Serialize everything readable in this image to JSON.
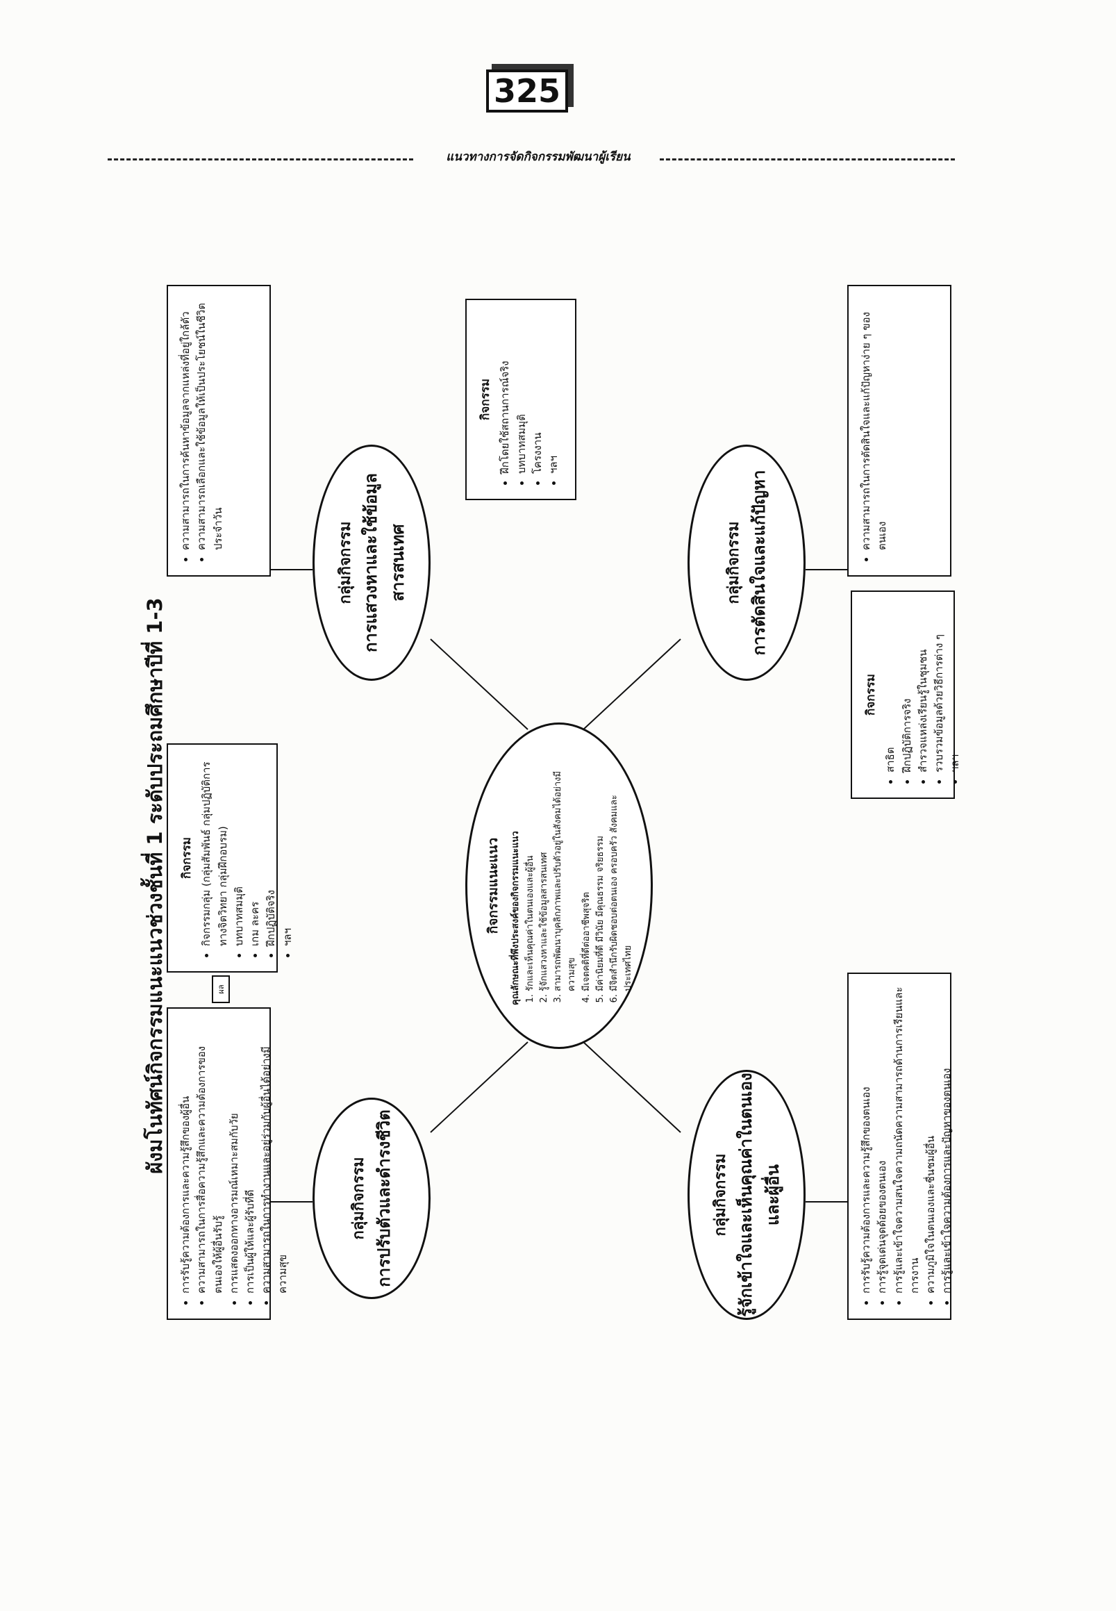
{
  "page_number": "325",
  "running_header": "แนวทางการจัดกิจกรรมพัฒนาผู้เรียน",
  "diagram": {
    "title": "ผังมโนทัศน์กิจกรรมแนะแนวช่วงชั้นที่ 1  ระดับประถมศึกษาปีที่ 1-3",
    "center": {
      "title": "กิจกรรมแนะแนว",
      "subtitle": "คุณลักษณะที่พึงประสงค์ของกิจกรรมแนะแนว",
      "items": [
        "รักและเห็นคุณค่าในตนเองและผู้อื่น",
        "รู้จักแสวงหาและใช้ข้อมูลสารสนเทศ",
        "สามารถพัฒนาบุคลิกภาพและปรับตัวอยู่ในสังคมได้อย่างมีความสุข",
        "มีเจตคติที่ดีต่ออาชีพสุจริต",
        "มีค่านิยมที่ดี มีวินัย มีคุณธรรม จริยธรรม",
        "มีจิตสำนึกรับผิดชอบต่อตนเอง ครอบครัว สังคมและประเทศไทย"
      ]
    },
    "groups": {
      "top_left": {
        "line1": "กลุ่มกิจกรรม",
        "line2": "การปรับตัวและดำรงชีวิต",
        "outcomes": [
          "การรับรู้ความต้องการและความรู้สึกของผู้อื่น",
          "ความสามารถในการสื่อความรู้สึกและความต้องการของตนเองให้ผู้อื่นรับรู้",
          "การแสดงออกทางอารมณ์เหมาะสมกับวัย",
          "การเป็นผู้ให้และผู้รับที่ดี",
          "ความสามารถในการทำงานและอยู่ร่วมกับผู้อื่นได้อย่างมีความสุข"
        ],
        "activities_heading": "กิจกรรม",
        "activities": [
          "กิจกรรมกลุ่ม (กลุ่มสัมพันธ์ กลุ่มปฏิบัติการทางจิตวิทยา กลุ่มฝึกอบรม)",
          "บทบาทสมมุติ",
          "เกม ละคร",
          "ฝึกปฏิบัติจริง",
          "ฯลฯ"
        ]
      },
      "top_right": {
        "line1": "กลุ่มกิจกรรม",
        "line2": "การแสวงหาและใช้ข้อมูลสารสนเทศ",
        "outcomes": [
          "ความสามารถในการค้นหาข้อมูลจากแหล่งที่อยู่ใกล้ตัว",
          "ความสามารถเลือกและใช้ข้อมูลให้เป็นประโยชน์ในชีวิตประจำวัน"
        ],
        "activities_heading": "กิจกรรม",
        "activities": [
          "สาธิต",
          "ฝึกปฏิบัติการจริง",
          "สำรวจแหล่งเรียนรู้ในชุมชน",
          "รวบรวมข้อมูลด้วยวิธีการต่าง ๆ",
          "ฯลฯ"
        ]
      },
      "bottom_left": {
        "line1": "กลุ่มกิจกรรม",
        "line2": "รู้จักเข้าใจและเห็นคุณค่าในตนเองและผู้อื่น",
        "outcomes": [
          "การรับรู้ความต้องการและความรู้สึกของตนเอง",
          "การรู้จุดเด่นจุดด้อยของตนเอง",
          "การรู้และเข้าใจความสนใจความถนัดความสามารถด้านการเรียนและการงาน",
          "ความภูมิใจในตนเองและชื่นชมผู้อื่น",
          "การรู้และเข้าใจความต้องการและปัญหาของตนเอง"
        ]
      },
      "bottom_right": {
        "line1": "กลุ่มกิจกรรม",
        "line2": "การตัดสินใจและแก้ปัญหา",
        "outcomes": [
          "ความสามารถในการตัดสินใจและแก้ปัญหาง่าย ๆ ของตนเอง"
        ],
        "activities_heading": "กิจกรรม",
        "activities": [
          "ฝึกโดยใช้สถานการณ์จริง",
          "บทบาทสมมุติ",
          "โครงงาน",
          "ฯลฯ"
        ]
      }
    },
    "arrow_label": "ผล"
  }
}
